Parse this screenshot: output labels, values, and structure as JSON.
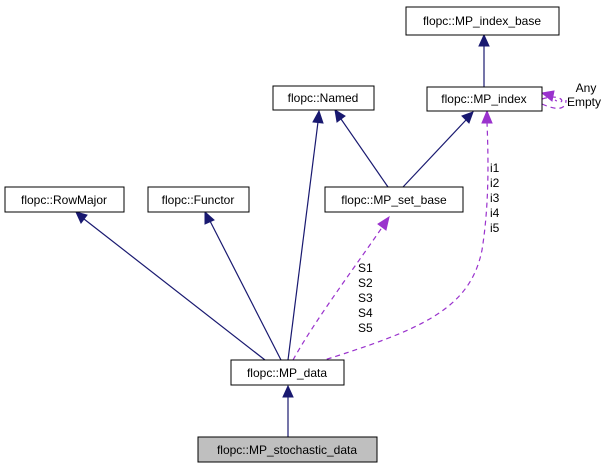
{
  "nodes": {
    "index_base": "flopc::MP_index_base",
    "index": "flopc::MP_index",
    "named": "flopc::Named",
    "row_major": "flopc::RowMajor",
    "functor": "flopc::Functor",
    "set_base": "flopc::MP_set_base",
    "data": "flopc::MP_data",
    "stochastic_data": "flopc::MP_stochastic_data"
  },
  "edge_labels": {
    "index_self_1": "Any",
    "index_self_2": "Empty",
    "index_to_data": [
      "i1",
      "i2",
      "i3",
      "i4",
      "i5"
    ],
    "set_to_data": [
      "S1",
      "S2",
      "S3",
      "S4",
      "S5"
    ]
  },
  "colors": {
    "inheritance": "#191970",
    "usage": "#9a32cd",
    "highlight_fill": "#bfbfbf"
  }
}
